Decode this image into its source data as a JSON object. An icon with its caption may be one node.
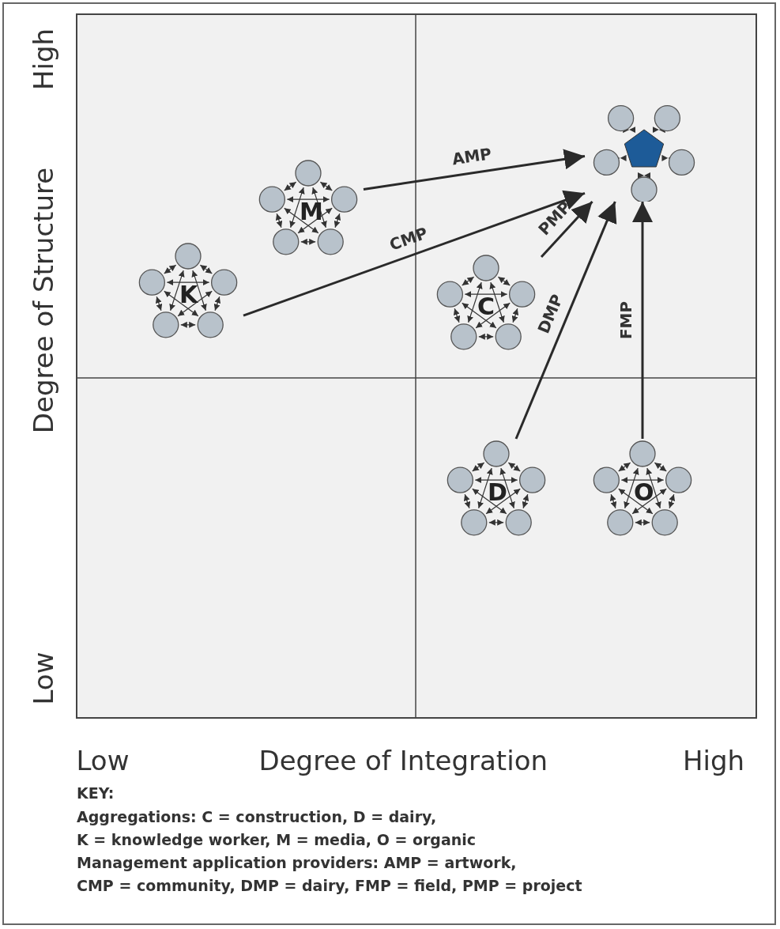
{
  "diagram": {
    "nodes": [
      {
        "text": [],
        "shape": "picture"
      },
      {
        "text": [
          "M"
        ]
      },
      {
        "text": [
          "K"
        ]
      },
      {
        "text": [
          "C"
        ]
      },
      {
        "text": [
          "D"
        ]
      },
      {
        "text": [
          "O"
        ]
      }
    ],
    "edges": [
      {
        "from": 1,
        "to": 0,
        "arrow": "to",
        "label": "AMP"
      },
      {
        "from": 2,
        "to": 0,
        "arrow": "to",
        "label": "CMP"
      },
      {
        "from": 3,
        "to": 0,
        "arrow": "to",
        "label": "PMP"
      },
      {
        "from": 4,
        "to": 0,
        "arrow": "to",
        "label": "DMP"
      },
      {
        "from": 5,
        "to": 0,
        "arrow": "to",
        "label": "FMP"
      }
    ],
    "labels": [
      "High",
      "Degree of Structure",
      "Low",
      "Low",
      "Degree of Integration",
      "High",
      "KEY:",
      "Aggregations: C = construction, D = dairy,",
      "K = knowledge worker, M = media, O = organic",
      "Management application providers: AMP = artwork,",
      "CMP = community, DMP = dairy, FMP = field, PMP = project"
    ]
  }
}
